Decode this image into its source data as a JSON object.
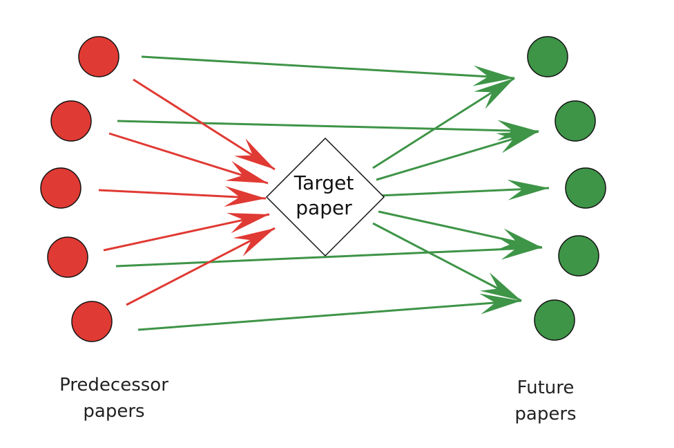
{
  "target": {
    "label_line1": "Target",
    "label_line2": "paper"
  },
  "captions": {
    "predecessor_line1": "Predecessor",
    "predecessor_line2": "papers",
    "future_line1": "Future",
    "future_line2": "papers"
  },
  "colors": {
    "predecessor": "#e03a34",
    "future": "#3e9447",
    "outline": "#111111"
  }
}
